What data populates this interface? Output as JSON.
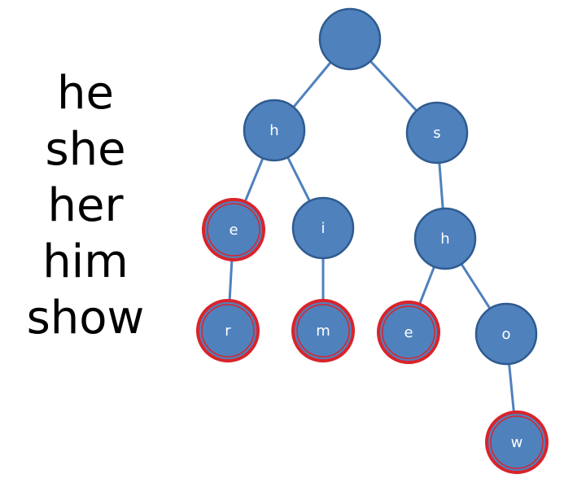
{
  "words": [
    "he",
    "she",
    "her",
    "him",
    "show"
  ],
  "colors": {
    "node_fill": "#4f81bd",
    "node_stroke": "#2f5b8f",
    "edge": "#4f81bd",
    "terminal_ring": "#d9242b",
    "label": "#ffffff"
  },
  "trie": {
    "nodes": [
      {
        "id": "root",
        "label": "",
        "terminal": false
      },
      {
        "id": "h",
        "label": "h",
        "terminal": false
      },
      {
        "id": "s",
        "label": "s",
        "terminal": false
      },
      {
        "id": "he",
        "label": "e",
        "terminal": true
      },
      {
        "id": "hi",
        "label": "i",
        "terminal": false
      },
      {
        "id": "sh",
        "label": "h",
        "terminal": false
      },
      {
        "id": "her",
        "label": "r",
        "terminal": true
      },
      {
        "id": "him",
        "label": "m",
        "terminal": true
      },
      {
        "id": "she",
        "label": "e",
        "terminal": true
      },
      {
        "id": "sho",
        "label": "o",
        "terminal": false
      },
      {
        "id": "show",
        "label": "w",
        "terminal": true
      }
    ],
    "edges": [
      [
        "root",
        "h"
      ],
      [
        "root",
        "s"
      ],
      [
        "h",
        "he"
      ],
      [
        "h",
        "hi"
      ],
      [
        "s",
        "sh"
      ],
      [
        "he",
        "her"
      ],
      [
        "hi",
        "him"
      ],
      [
        "sh",
        "she"
      ],
      [
        "sh",
        "sho"
      ],
      [
        "sho",
        "show"
      ]
    ]
  }
}
